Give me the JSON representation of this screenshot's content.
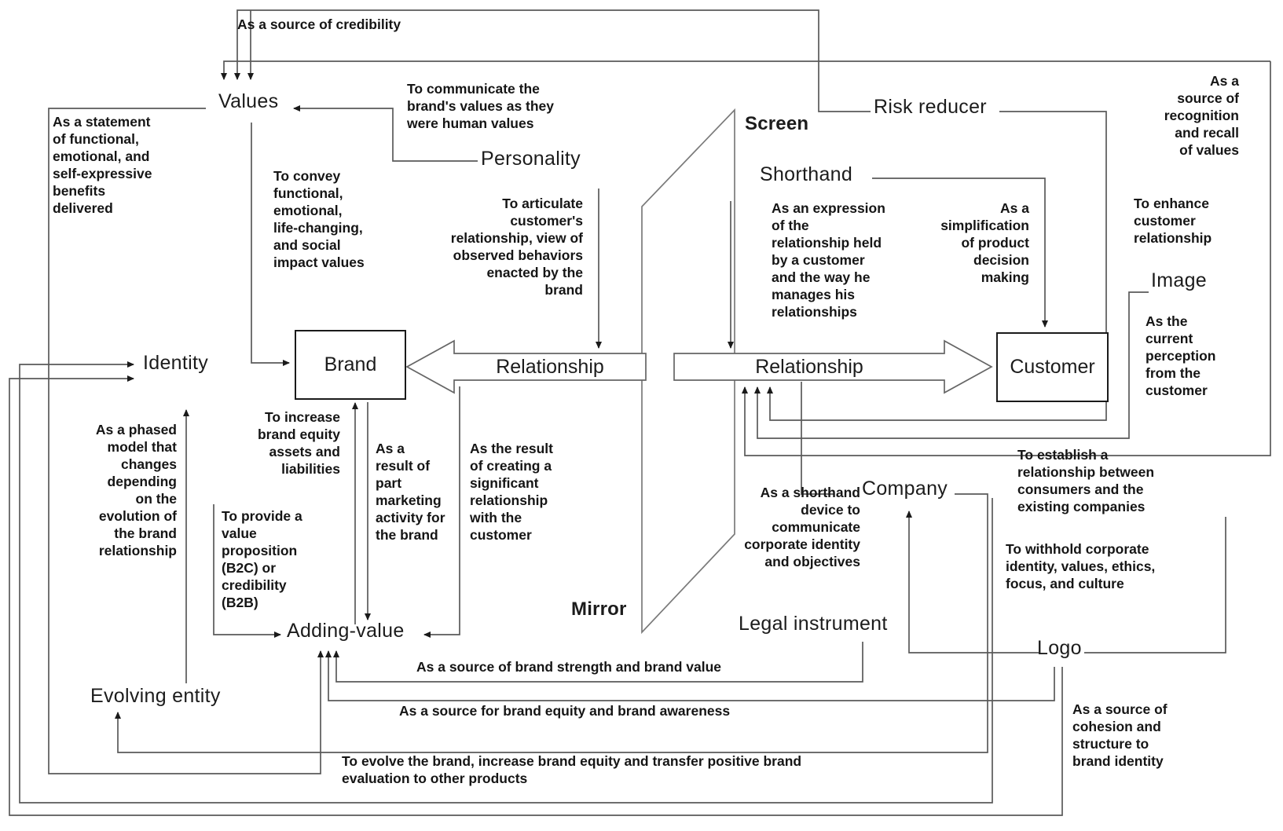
{
  "diagram": {
    "title_hint": "Brand roles and relationships diagram",
    "nodes": {
      "values": "Values",
      "personality": "Personality",
      "screen": "Screen",
      "shorthand": "Shorthand",
      "risk_reducer": "Risk reducer",
      "identity": "Identity",
      "brand": "Brand",
      "relationship_left": "Relationship",
      "relationship_right": "Relationship",
      "customer": "Customer",
      "image": "Image",
      "company": "Company",
      "legal_instrument": "Legal instrument",
      "logo": "Logo",
      "adding_value": "Adding-value",
      "evolving_entity": "Evolving entity",
      "mirror": "Mirror"
    },
    "annotations": {
      "credibility": "As a source of credibility",
      "statement": "As a statement\nof functional,\nemotional, and\nself-expressive\nbenefits\ndelivered",
      "communicate": "To communicate the\nbrand's values as they\nwere human values",
      "convey": "To convey\nfunctional,\nemotional,\nlife-changing,\nand social\nimpact values",
      "articulate": "To articulate\ncustomer's\nrelationship, view of\nobserved behaviors\nenacted by the\nbrand",
      "expression": "As an expression\nof the\nrelationship held\nby a customer\nand the way he\nmanages his\nrelationships",
      "simplification": "As a\nsimplification\nof product\ndecision\nmaking",
      "recognition": "As a\nsource of\nrecognition\nand recall\nof values",
      "enhance": "To enhance\ncustomer\nrelationship",
      "perception": "As the\ncurrent\nperception\nfrom the\ncustomer",
      "phased": "As a phased\nmodel that\nchanges\ndepending\non the\nevolution of\nthe brand\nrelationship",
      "increase": "To increase\nbrand equity\nassets and\nliabilities",
      "provide": "To provide a\nvalue\nproposition\n(B2C) or\ncredibility\n(B2B)",
      "marketing": "As a\nresult of\npart\nmarketing\nactivity for\nthe brand",
      "creating": "As the result\nof creating a\nsignificant\nrelationship\nwith the\ncustomer",
      "shorthand_device": "As a shorthand\ndevice to\ncommunicate\ncorporate identity\nand objectives",
      "establish": "To establish a\nrelationship between\nconsumers and the\nexisting companies",
      "withhold": "To withhold corporate\nidentity, values, ethics,\nfocus, and culture",
      "strength": "As a source of brand strength and brand value",
      "equity_awareness": "As a source for brand equity and brand awareness",
      "evolve": "To evolve the brand, increase brand equity and transfer positive brand\nevaluation to other products",
      "cohesion": "As a source of\ncohesion and\nstructure to\nbrand identity"
    }
  }
}
